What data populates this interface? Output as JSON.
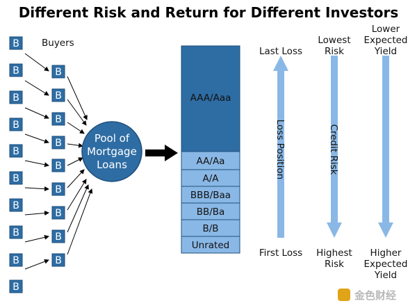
{
  "title": "Different Risk and Return for Different Investors",
  "buyers_label": "Buyers",
  "buyer_box_label": "B",
  "pool_lines": [
    "Pool of",
    "Mortgage",
    "Loans"
  ],
  "tranches": [
    "AAA/Aaa",
    "AA/Aa",
    "A/A",
    "BBB/Baa",
    "BB/Ba",
    "B/B",
    "Unrated"
  ],
  "arrows": {
    "loss": {
      "vertical_label": "Loss Position",
      "top": [
        "Last Loss"
      ],
      "bottom": [
        "First Loss"
      ],
      "direction": "up"
    },
    "risk": {
      "vertical_label": "Credit Risk",
      "top": [
        "Lowest",
        "Risk"
      ],
      "bottom": [
        "Highest",
        "Risk"
      ],
      "direction": "down"
    },
    "yield": {
      "vertical_label": "",
      "top": [
        "Lower",
        "Expected",
        "Yield"
      ],
      "bottom": [
        "Higher",
        "Expected",
        "Yield"
      ],
      "direction": "down"
    }
  },
  "watermark": "金色财经",
  "colors": {
    "buyer_fill": "#2e6da4",
    "pool_fill": "#2e6da4",
    "senior_tranche": "#2e6da4",
    "junior_tranche": "#8ab8e6",
    "tall_arrow": "#8ab8e6",
    "connector": "#000000"
  }
}
